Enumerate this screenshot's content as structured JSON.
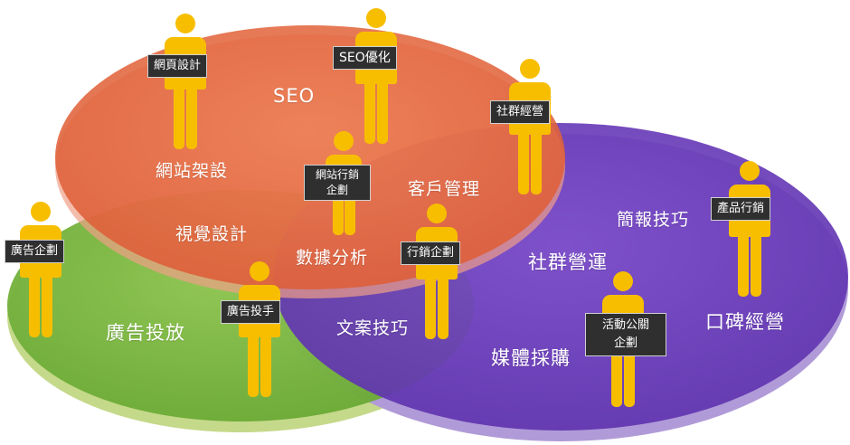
{
  "colors": {
    "seo": "#e2623c",
    "ads": "#77b341",
    "social": "#6a3bbd",
    "figure": "#f7be00",
    "tag_bg": "#2f2f2f"
  },
  "circle_labels": {
    "seo": "SEO",
    "website": "網站架設",
    "customer": "客戶管理",
    "visual": "視覺設計",
    "data": "數據分析",
    "ads": "廣告投放",
    "copy": "文案技巧",
    "social_ops": "社群營運",
    "media": "媒體採購",
    "presentation": "簡報技巧",
    "word_of_mouth": "口碑經營"
  },
  "roles": {
    "web_design": "網頁設計",
    "seo_opt": "SEO優化",
    "social_mgmt": "社群經營",
    "web_marketing_1": "網站行銷",
    "web_marketing_2": "企劃",
    "ad_planning": "廣告企劃",
    "marketing_plan": "行銷企劃",
    "ad_trader": "廣告投手",
    "product_marketing": "產品行銷",
    "event_1": "活動公關",
    "event_2": "企劃"
  }
}
